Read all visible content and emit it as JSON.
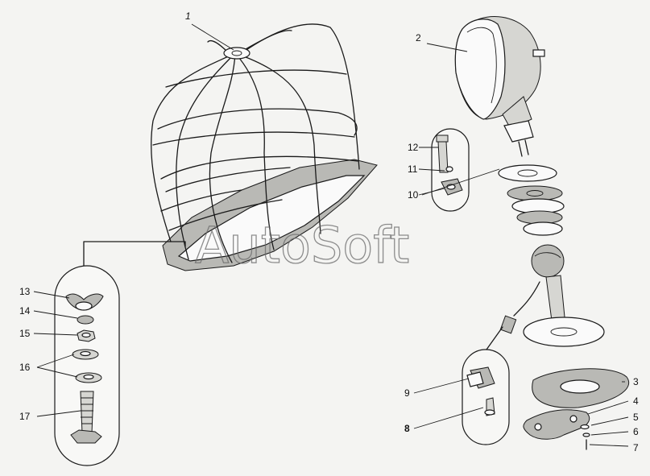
{
  "watermark": "AutoSoft",
  "callouts": {
    "c1": "1",
    "c2": "2",
    "c3": "3",
    "c4": "4",
    "c5": "5",
    "c6": "6",
    "c7": "7",
    "c8": "8",
    "c9": "9",
    "c10": "10",
    "c11": "11",
    "c12": "12",
    "c13": "13",
    "c14": "14",
    "c15": "15",
    "c16": "16",
    "c17": "17"
  },
  "icons": {
    "cage": "wire-cage-icon",
    "lamp": "lamp-housing-icon",
    "bolt": "bolt-icon",
    "wing_nut": "wing-nut-icon",
    "washer": "washer-icon",
    "nut": "hex-nut-icon",
    "ball_joint": "ball-joint-icon",
    "gasket": "gasket-icon",
    "clamp": "clamp-bracket-icon"
  }
}
